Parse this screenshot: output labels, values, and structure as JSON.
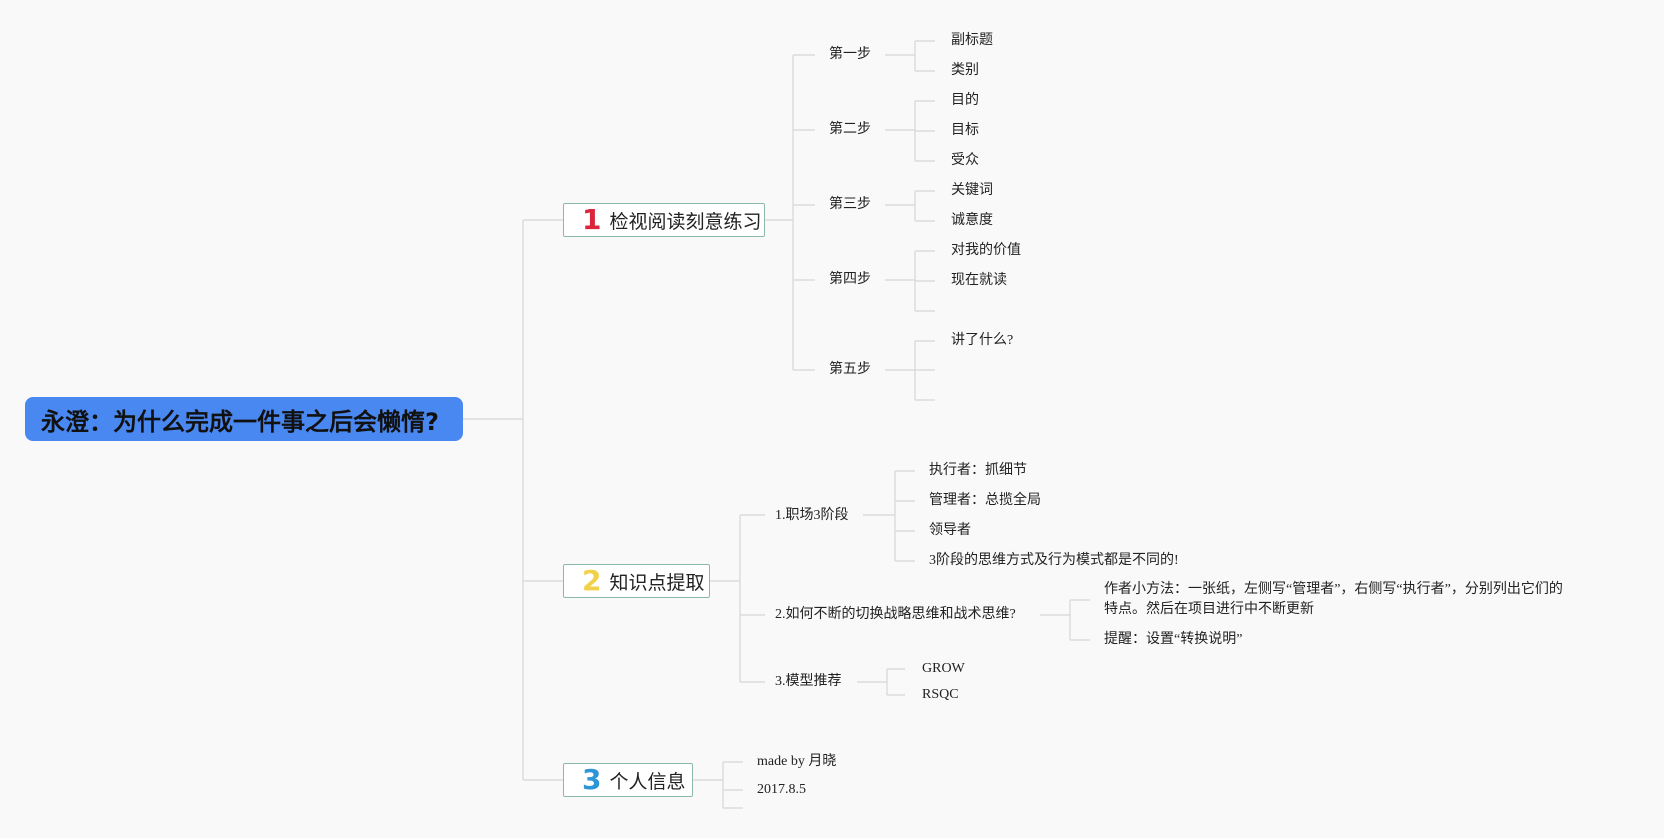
{
  "root": {
    "title": "永澄：为什么完成一件事之后会懒惰?"
  },
  "branches": [
    {
      "num": "1",
      "label": "检视阅读刻意练习",
      "children": [
        {
          "label": "第一步",
          "items": [
            "副标题",
            "类别"
          ]
        },
        {
          "label": "第二步",
          "items": [
            "目的",
            "目标",
            "受众"
          ]
        },
        {
          "label": "第三步",
          "items": [
            "关键词",
            "诚意度"
          ]
        },
        {
          "label": "第四步",
          "items": [
            "对我的价值",
            "现在就读",
            ""
          ]
        },
        {
          "label": "第五步",
          "items": [
            "讲了什么?",
            "",
            ""
          ]
        }
      ]
    },
    {
      "num": "2",
      "label": "知识点提取",
      "children": [
        {
          "label": "1.职场3阶段",
          "items": [
            "执行者：抓细节",
            "管理者：总揽全局",
            "领导者",
            "3阶段的思维方式及行为模式都是不同的!"
          ]
        },
        {
          "label": "2.如何不断的切换战略思维和战术思维?",
          "items": [
            "作者小方法：一张纸，左侧写“管理者”，右侧写“执行者”，分别列出它们的特点。然后在项目进行中不断更新",
            "提醒：设置“转换说明”"
          ]
        },
        {
          "label": "3.模型推荐",
          "items": [
            "GROW",
            "RSQC"
          ]
        }
      ]
    },
    {
      "num": "3",
      "label": "个人信息",
      "items": [
        "made by 月晓",
        "2017.8.5",
        ""
      ]
    }
  ],
  "colors": {
    "root_fill": "#4a88f1",
    "branch_border": "#8db9a9",
    "connector": "#d6d6d6",
    "num1": "#d9263c",
    "num2": "#f2d14a",
    "num3": "#2d96d6"
  }
}
